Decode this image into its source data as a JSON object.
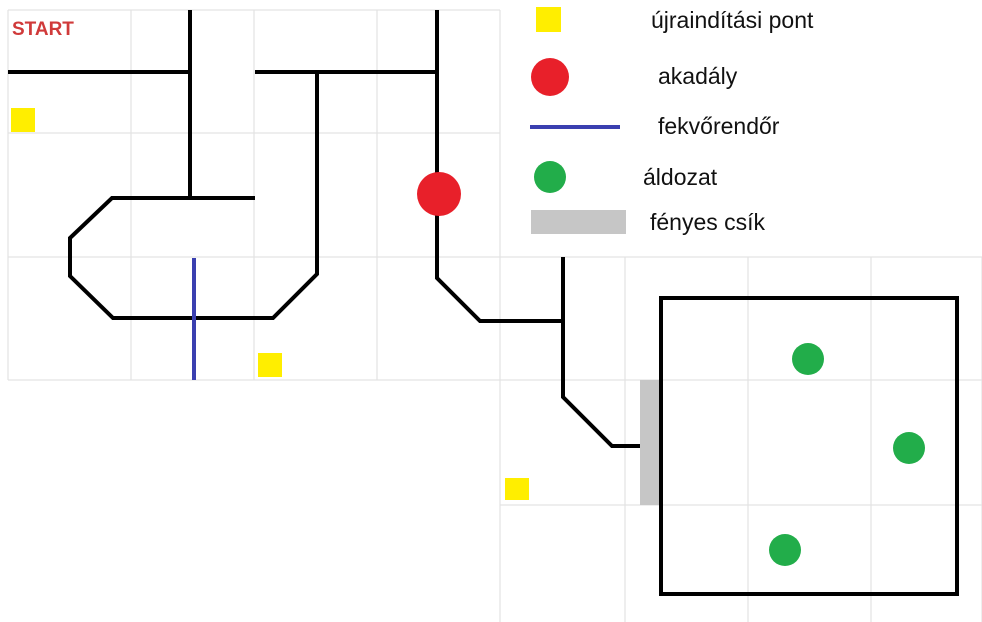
{
  "start_label": "START",
  "colors": {
    "line": "#000000",
    "checkpoint": "#ffee00",
    "obstacle": "#e8202a",
    "speed_bump": "#3a3fb0",
    "victim": "#22ad4a",
    "silver_strip": "#c6c6c6",
    "start_text": "#d03a3a",
    "grid": "#e3e3e3"
  },
  "legend": [
    {
      "symbol": "yellow-square",
      "label": "újraindítási pont"
    },
    {
      "symbol": "red-circle",
      "label": "akadály"
    },
    {
      "symbol": "blue-line",
      "label": "fekvőrendőr"
    },
    {
      "symbol": "green-circle",
      "label": "áldozat"
    },
    {
      "symbol": "gray-bar",
      "label": "fényes csík"
    }
  ],
  "counts": {
    "checkpoints": 3,
    "obstacles": 1,
    "speed_bumps": 1,
    "victims": 3,
    "silver_strips": 1
  }
}
